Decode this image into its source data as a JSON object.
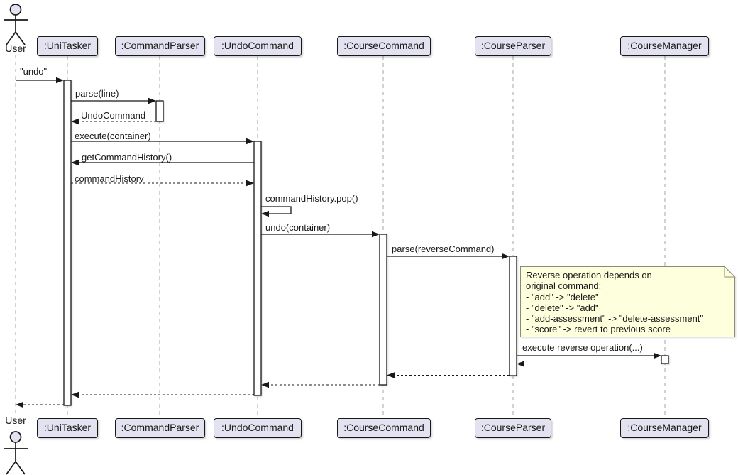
{
  "colors": {
    "background": "#FFFFFF",
    "participant_fill": "#E2E2F0",
    "participant_border": "#181818",
    "message": "#181818",
    "lifeline": "#A6A6A6",
    "note_fill": "#FEFFDD",
    "note_border": "#8A8A75"
  },
  "actor": {
    "label": "User"
  },
  "participants": [
    {
      "label": ":UniTasker"
    },
    {
      "label": ":CommandParser"
    },
    {
      "label": ":UndoCommand"
    },
    {
      "label": ":CourseCommand"
    },
    {
      "label": ":CourseParser"
    },
    {
      "label": ":CourseManager"
    }
  ],
  "messages": [
    {
      "label": "\"undo\"",
      "from": "User",
      "to": ":UniTasker",
      "line": "solid"
    },
    {
      "label": "parse(line)",
      "from": ":UniTasker",
      "to": ":CommandParser",
      "line": "solid"
    },
    {
      "label": "UndoCommand",
      "from": ":CommandParser",
      "to": ":UniTasker",
      "line": "dashed"
    },
    {
      "label": "execute(container)",
      "from": ":UniTasker",
      "to": ":UndoCommand",
      "line": "solid"
    },
    {
      "label": "getCommandHistory()",
      "from": ":UndoCommand",
      "to": ":UniTasker",
      "line": "solid"
    },
    {
      "label": "commandHistory",
      "from": ":UniTasker",
      "to": ":UndoCommand",
      "line": "dashed"
    },
    {
      "label": "commandHistory.pop()",
      "from": ":UndoCommand",
      "to": ":UndoCommand",
      "line": "solid"
    },
    {
      "label": "undo(container)",
      "from": ":UndoCommand",
      "to": ":CourseCommand",
      "line": "solid"
    },
    {
      "label": "parse(reverseCommand)",
      "from": ":CourseCommand",
      "to": ":CourseParser",
      "line": "solid"
    },
    {
      "label": "execute reverse operation(...)",
      "from": ":CourseParser",
      "to": ":CourseManager",
      "line": "solid"
    }
  ],
  "note": {
    "lines": [
      "Reverse operation depends on",
      "original command:",
      "- \"add\" -> \"delete\"",
      "- \"delete\" -> \"add\"",
      "- \"add-assessment\" -> \"delete-assessment\"",
      "- \"score\" -> revert to previous score"
    ]
  }
}
